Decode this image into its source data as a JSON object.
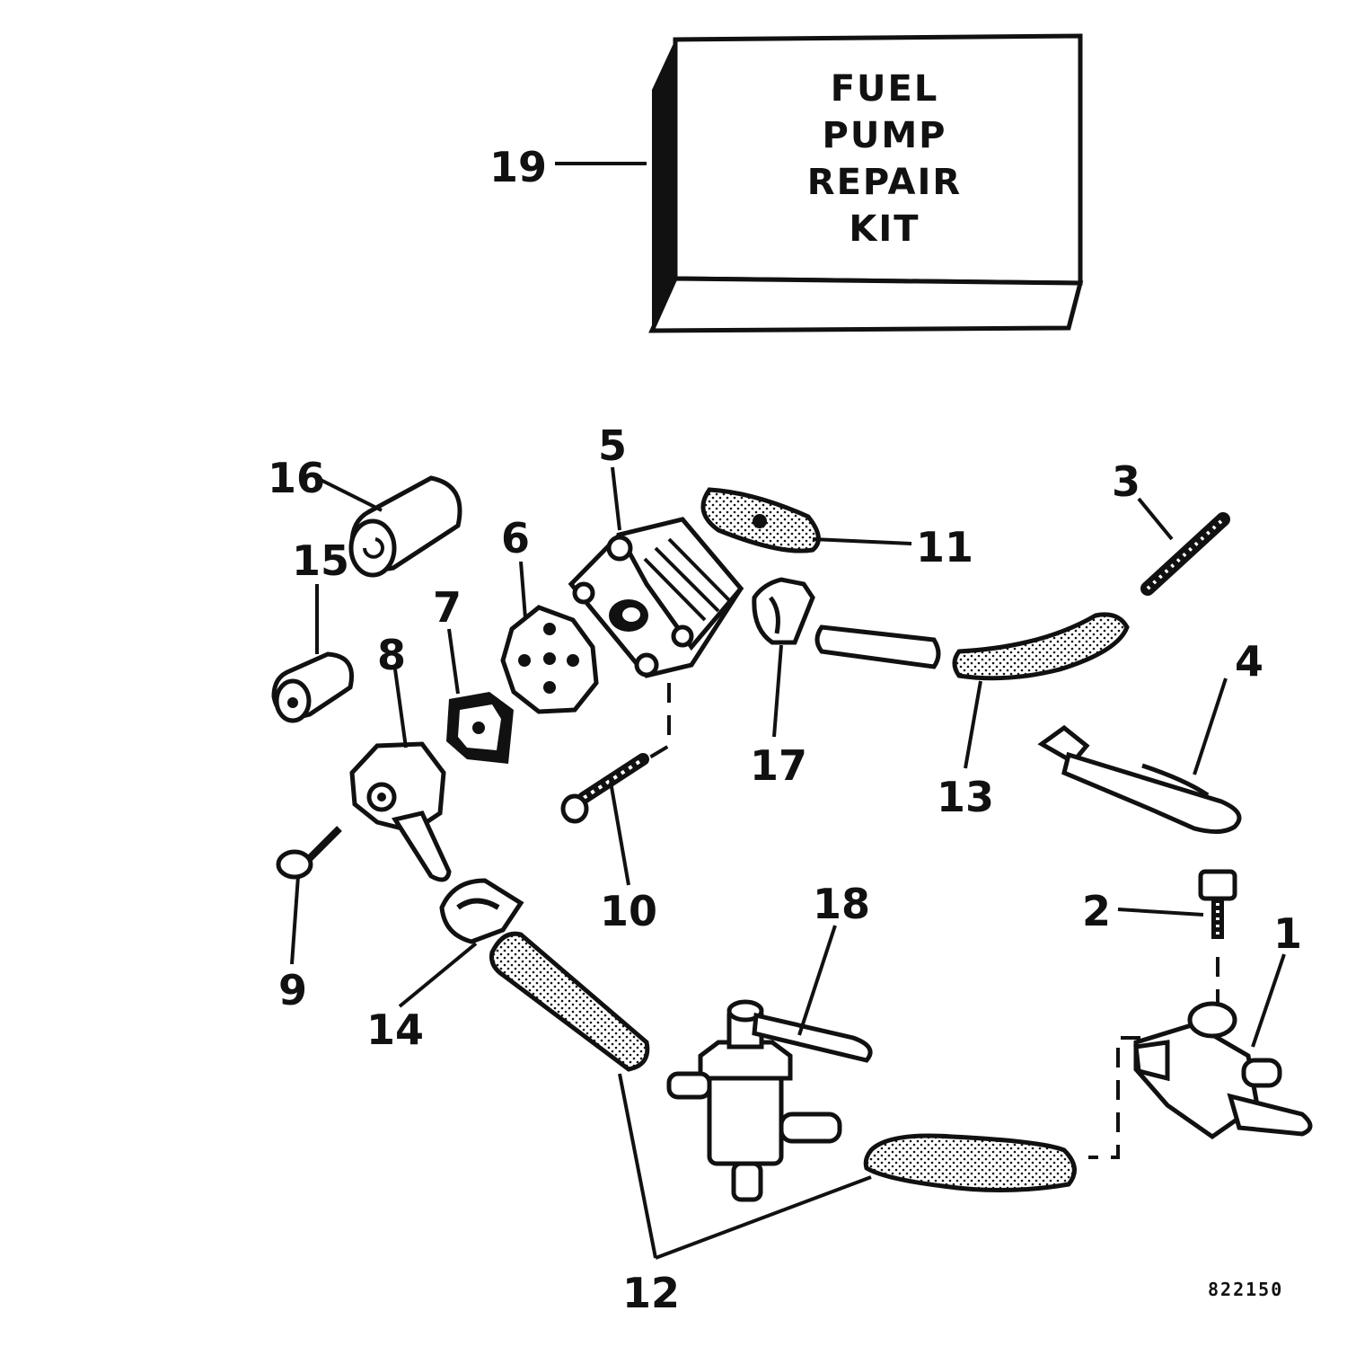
{
  "kit": {
    "lines": [
      "FUEL",
      "PUMP",
      "REPAIR",
      "KIT"
    ]
  },
  "callouts": {
    "c1": "1",
    "c2": "2",
    "c3": "3",
    "c4": "4",
    "c5": "5",
    "c6": "6",
    "c7": "7",
    "c8": "8",
    "c9": "9",
    "c10": "10",
    "c11": "11",
    "c12": "12",
    "c13": "13",
    "c14": "14",
    "c15": "15",
    "c16": "16",
    "c17": "17",
    "c18": "18",
    "c19": "19"
  },
  "drawing_number": "822150",
  "colors": {
    "ink": "#111111",
    "paper": "#ffffff"
  }
}
